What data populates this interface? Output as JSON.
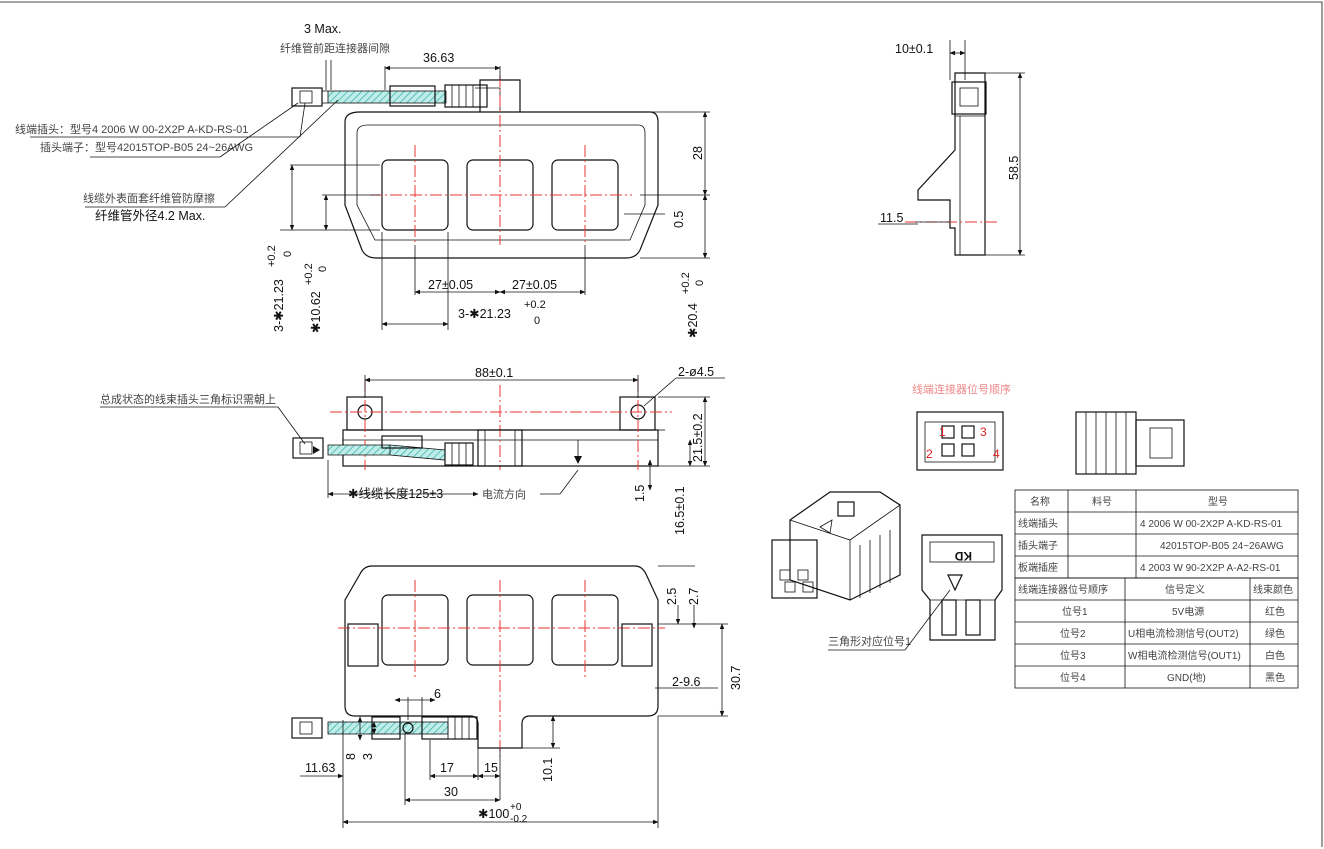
{
  "top_view": {
    "gap_dim": "3 Max.",
    "gap_note": "纤维管前距连接器间隙",
    "dim_top": "36.63",
    "plug_note": "线端插头：型号4 2006 W 00-2X2P A-KD-RS-01",
    "terminal_note": "插头端子：型号42015TOP-B05 24~26AWG",
    "sleeve_note": "线缆外表面套纤维管防摩擦",
    "sleeve_od": "纤维管外径4.2 Max.",
    "dim_28": "28",
    "dim_r05": "0.5",
    "dim_pitch_a": "27±0.05",
    "dim_pitch_b": "27±0.05",
    "dim_win_w": "3-✱21.23",
    "dim_win_h": "3-✱21.23",
    "tol": "+0.2",
    "tol0": "0",
    "dim_1062": "✱10.62",
    "dim_204": "✱20.4"
  },
  "side_view": {
    "dim_10": "10±0.1",
    "dim_115": "11.5",
    "dim_585": "58.5"
  },
  "front_view": {
    "dim_88": "88±0.1",
    "dim_holes": "2-ø4.5",
    "triangle_note": "总成状态的线束插头三角标识需朝上",
    "cable_len": "✱线缆长度125±3",
    "current_dir": "电流方向",
    "dim_215": "21.5±0.2",
    "dim_15": "1.5",
    "dim_165": "16.5±0.1"
  },
  "bottom_view": {
    "dim_25": "2.5",
    "dim_27": "2.7",
    "dim_296": "2-9.6",
    "dim_307": "30.7",
    "dim_6": "6",
    "dim_8": "8",
    "dim_3": "3",
    "dim_1163": "11.63",
    "dim_17": "17",
    "dim_15": "15",
    "dim_101": "10.1",
    "dim_30": "30",
    "dim_100": "✱100",
    "tol_top": "+0",
    "tol_bot": "-0.2"
  },
  "connector": {
    "pin_title": "线端连接器位号顺序",
    "pins": [
      "1",
      "2",
      "3",
      "4"
    ],
    "kd_label": "KD",
    "triangle_note": "三角形对应位号1"
  },
  "table": {
    "head": [
      "名称",
      "料号",
      "型号"
    ],
    "rows": [
      [
        "线端插头",
        "",
        "4 2006 W 00-2X2P A-KD-RS-01"
      ],
      [
        "插头端子",
        "",
        "42015TOP-B05 24~26AWG"
      ],
      [
        "板端插座",
        "",
        "4 2003 W 90-2X2P A-A2-RS-01"
      ]
    ],
    "pin_head": [
      "线端连接器位号顺序",
      "信号定义",
      "线束颜色"
    ],
    "pin_rows": [
      [
        "位号1",
        "5V电源",
        "红色"
      ],
      [
        "位号2",
        "U相电流检测信号(OUT2)",
        "绿色"
      ],
      [
        "位号3",
        "W相电流检测信号(OUT1)",
        "白色"
      ],
      [
        "位号4",
        "GND(地)",
        "黑色"
      ]
    ]
  }
}
